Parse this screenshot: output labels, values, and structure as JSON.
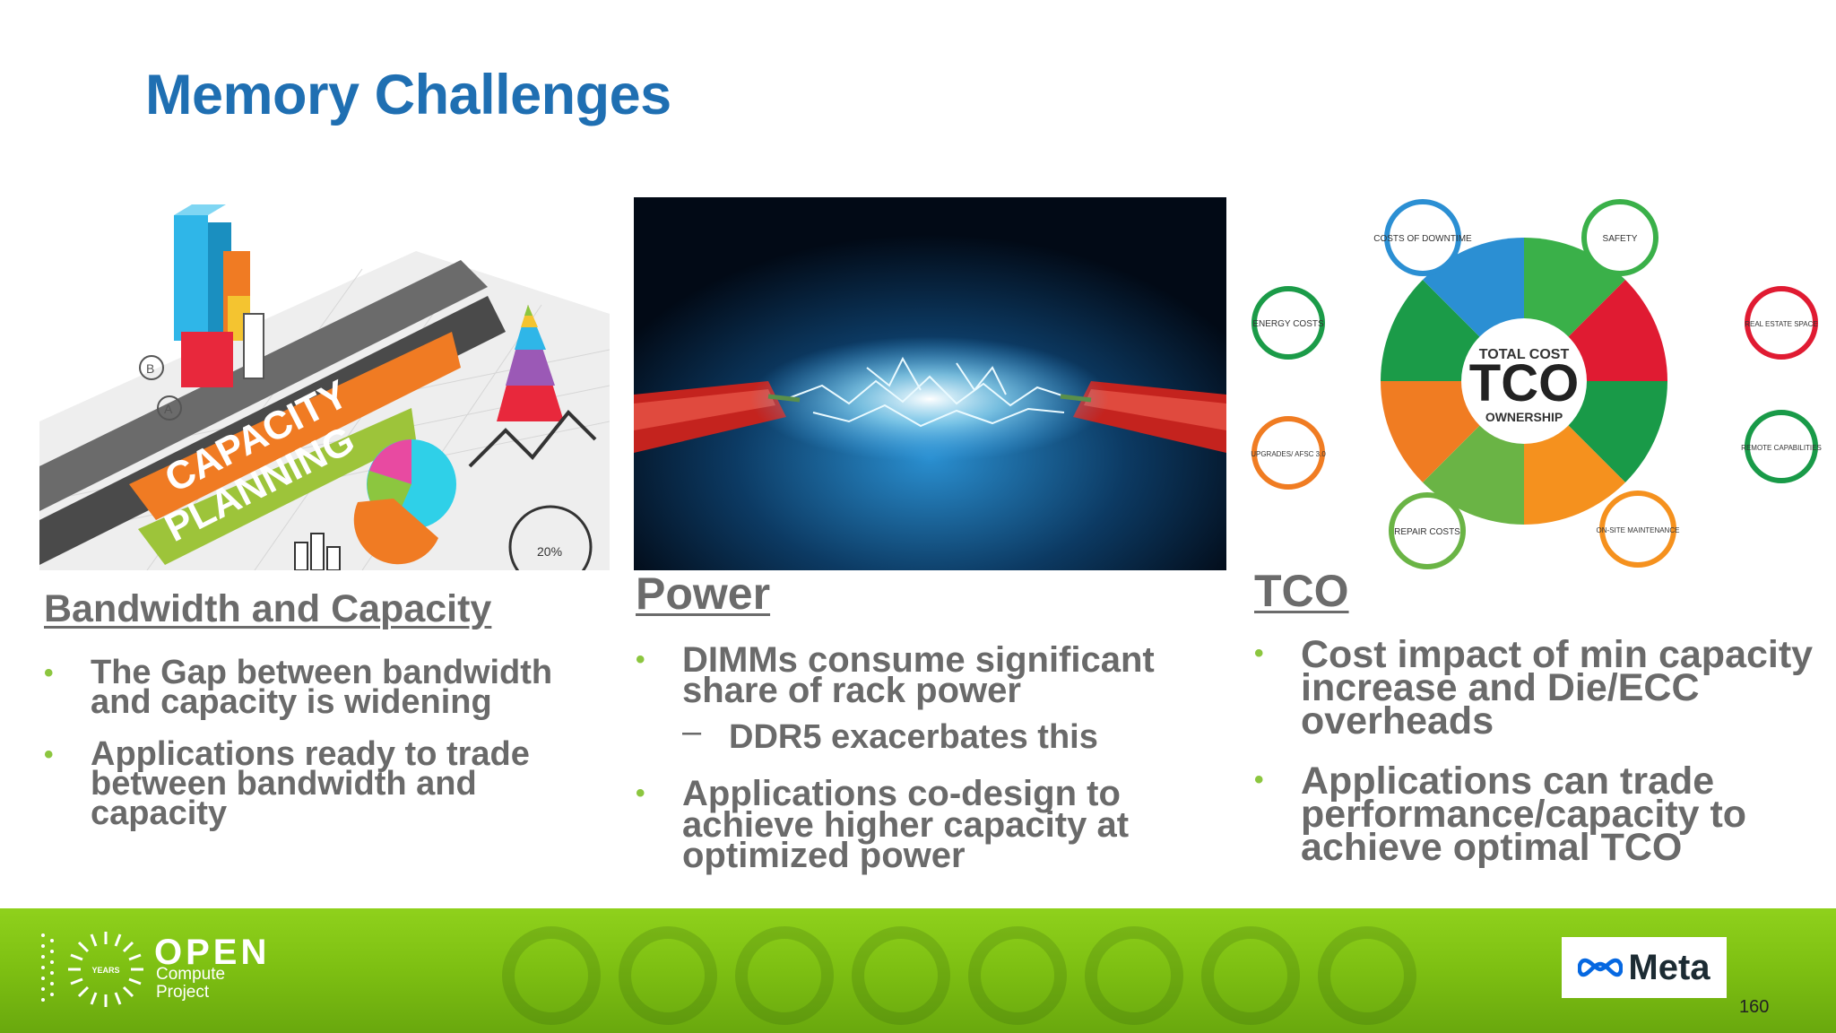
{
  "slide": {
    "title": "Memory Challenges",
    "page_number": "160"
  },
  "images": {
    "capacity": {
      "icon": "capacity-planning-illustration",
      "text_line1": "CAPACITY",
      "text_line2": "PLANNING",
      "label_b": "B",
      "label_a": "A",
      "label_pct": "20%"
    },
    "power": {
      "icon": "sparking-cable-photo"
    },
    "tco": {
      "icon": "tco-wheel-diagram",
      "center_top": "TOTAL COST",
      "center_main": "TCO",
      "center_bottom": "OWNERSHIP",
      "nodes": [
        "COSTS OF DOWNTIME",
        "SAFETY",
        "REAL ESTATE SPACE",
        "REMOTE CAPABILITIES",
        "ON-SITE MAINTENANCE",
        "REPAIR COSTS",
        "UPGRADES/ AFSC 3.0",
        "ENERGY COSTS"
      ]
    }
  },
  "columns": [
    {
      "heading": "Bandwidth and Capacity",
      "bullets": [
        "The Gap between bandwidth and capacity is widening",
        "Applications ready to trade between bandwidth and capacity"
      ]
    },
    {
      "heading": "Power",
      "bullets": [
        "DIMMs consume significant share of rack power",
        "Applications co-design to achieve higher capacity at optimized power"
      ],
      "sub_bullet": "DDR5 exacerbates this"
    },
    {
      "heading": "TCO",
      "bullets": [
        "Cost impact of min capacity increase and Die/ECC overheads",
        "Applications can trade performance/capacity to achieve optimal TCO"
      ]
    }
  ],
  "footer": {
    "logo_word": "OPEN",
    "logo_line2": "Compute",
    "logo_line3": "Project",
    "badge_text": "YEARS",
    "partner": "Meta"
  },
  "colors": {
    "title": "#1f6fb2",
    "bullet": "#8cc63f",
    "footer_green": "#7dbf12"
  }
}
